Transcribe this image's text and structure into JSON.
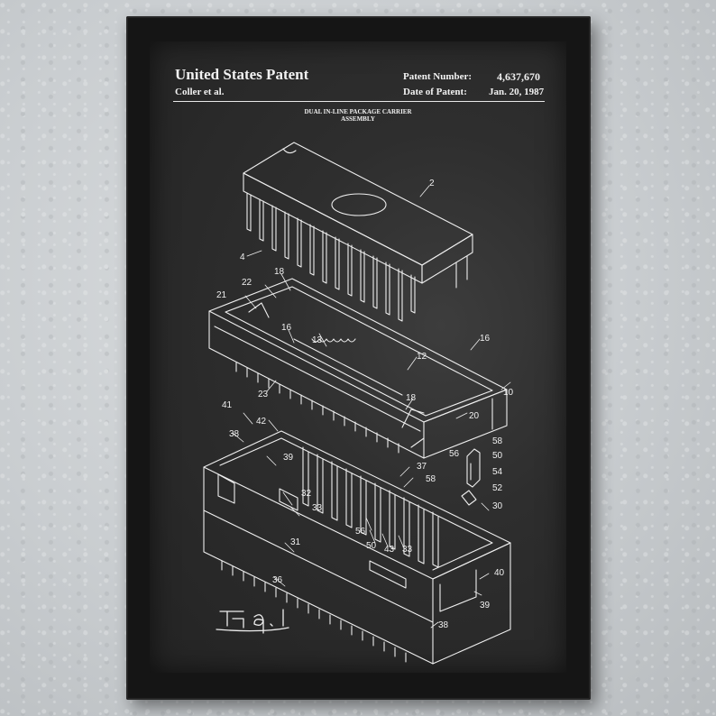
{
  "patent": {
    "title": "United States Patent",
    "inventor": "Coller et al.",
    "number_label": "Patent Number:",
    "number_value": "4,637,670",
    "date_label": "Date of Patent:",
    "date_value": "Jan. 20, 1987",
    "subtitle_line1": "DUAL IN-LINE PACKAGE CARRIER",
    "subtitle_line2": "ASSEMBLY",
    "figure_label": "FIG. 1"
  },
  "callouts": [
    "2",
    "4",
    "18",
    "22",
    "21",
    "16",
    "13",
    "12",
    "16",
    "10",
    "23",
    "18",
    "20",
    "41",
    "42",
    "38",
    "39",
    "58",
    "56",
    "50",
    "54",
    "52",
    "37",
    "58",
    "32",
    "33",
    "30",
    "31",
    "56",
    "50",
    "43",
    "33",
    "36",
    "40",
    "39",
    "38"
  ],
  "colors": {
    "chalkboard": "#2e2e2e",
    "frame": "#151515",
    "ink": "#f0f0f0",
    "wall": "#c9cdd0"
  }
}
